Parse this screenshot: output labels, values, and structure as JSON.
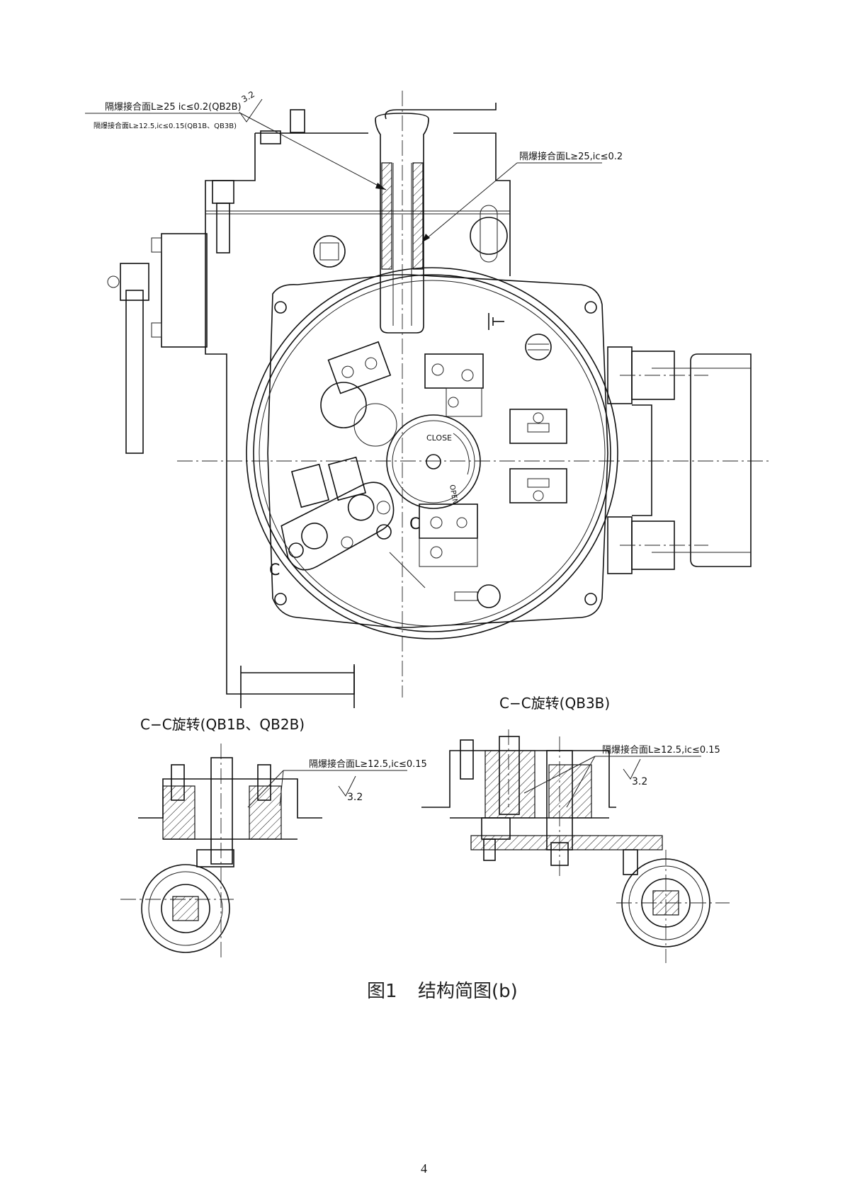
{
  "main_view": {
    "note_joint_1": "隔爆接合面L≥25  ic≤0.2(QB2B)",
    "note_joint_2": "隔爆接合面L≥12.5,ic≤0.15(QB1B、QB3B)",
    "roughness_top": "3.2",
    "note_joint_right": "隔爆接合面L≥25,ic≤0.2",
    "dial_close": "CLOSE",
    "dial_open": "OPEN",
    "section_mark_c": "C",
    "section_mark_c2": "C"
  },
  "section_left": {
    "title": "C−C旋转(QB1B、QB2B)",
    "note": "隔爆接合面L≥12.5,ic≤0.15",
    "roughness": "3.2"
  },
  "section_right": {
    "title": "C−C旋转(QB3B)",
    "note": "隔爆接合面L≥12.5,ic≤0.15",
    "roughness": "3.2"
  },
  "caption": {
    "figure": "图1",
    "text": "结构简图(b)"
  },
  "page_number": "4"
}
